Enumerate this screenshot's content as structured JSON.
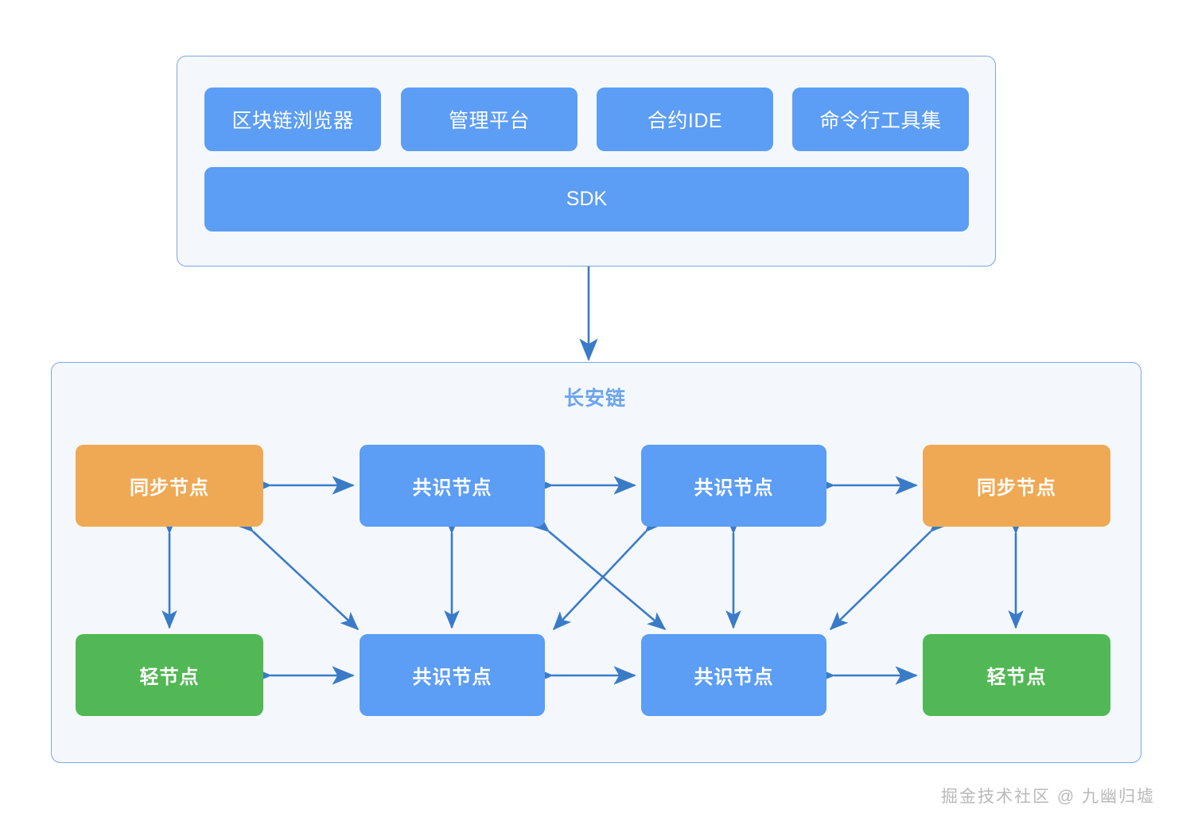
{
  "diagram": {
    "title": "长安链",
    "application_layer": {
      "tools": [
        {
          "label": "区块链浏览器",
          "color": "#5c9df5"
        },
        {
          "label": "管理平台",
          "color": "#5c9df5"
        },
        {
          "label": "合约IDE",
          "color": "#5c9df5"
        },
        {
          "label": "命令行工具集",
          "color": "#5c9df5"
        }
      ],
      "sdk": {
        "label": "SDK",
        "color": "#5c9df5"
      }
    },
    "chain_layer": {
      "title": "长安链",
      "title_color": "#6ba4ef",
      "nodes": [
        {
          "label": "同步节点",
          "type": "sync",
          "color": "#efa954"
        },
        {
          "label": "共识节点",
          "type": "consensus",
          "color": "#5c9df5"
        },
        {
          "label": "共识节点",
          "type": "consensus",
          "color": "#5c9df5"
        },
        {
          "label": "同步节点",
          "type": "sync",
          "color": "#efa954"
        },
        {
          "label": "轻节点",
          "type": "light",
          "color": "#52b855"
        },
        {
          "label": "共识节点",
          "type": "consensus",
          "color": "#5c9df5"
        },
        {
          "label": "共识节点",
          "type": "consensus",
          "color": "#5c9df5"
        },
        {
          "label": "轻节点",
          "type": "light",
          "color": "#52b855"
        }
      ],
      "connections": [
        {
          "from": "同步节点(左上)",
          "to": "共识节点(左上)",
          "kind": "bidirectional-horizontal"
        },
        {
          "from": "共识节点(左上)",
          "to": "共识节点(右上)",
          "kind": "bidirectional-horizontal"
        },
        {
          "from": "共识节点(右上)",
          "to": "同步节点(右上)",
          "kind": "bidirectional-horizontal"
        },
        {
          "from": "轻节点(左下)",
          "to": "共识节点(左下)",
          "kind": "bidirectional-horizontal"
        },
        {
          "from": "共识节点(左下)",
          "to": "共识节点(右下)",
          "kind": "bidirectional-horizontal"
        },
        {
          "from": "共识节点(右下)",
          "to": "轻节点(右下)",
          "kind": "bidirectional-horizontal"
        },
        {
          "from": "同步节点(左上)",
          "to": "轻节点(左下)",
          "kind": "bidirectional-vertical"
        },
        {
          "from": "共识节点(左上)",
          "to": "共识节点(左下)",
          "kind": "bidirectional-vertical"
        },
        {
          "from": "共识节点(右上)",
          "to": "共识节点(右下)",
          "kind": "bidirectional-vertical"
        },
        {
          "from": "同步节点(右上)",
          "to": "轻节点(右下)",
          "kind": "bidirectional-vertical"
        },
        {
          "from": "同步节点(左上)",
          "to": "共识节点(左下)",
          "kind": "bidirectional-diagonal"
        },
        {
          "from": "共识节点(左上)",
          "to": "共识节点(右下)",
          "kind": "bidirectional-diagonal"
        },
        {
          "from": "共识节点(右上)",
          "to": "共识节点(左下)",
          "kind": "bidirectional-diagonal"
        },
        {
          "from": "同步节点(右上)",
          "to": "共识节点(右下)",
          "kind": "bidirectional-diagonal"
        }
      ]
    },
    "layer_connector": {
      "kind": "arrow-down",
      "from": "应用层",
      "to": "长安链"
    },
    "watermark": "掘金技术社区 @ 九幽归墟",
    "colors": {
      "panel_bg": "#f4f8fd",
      "panel_border": "#7ba7e0",
      "arrow": "#3a7bc8",
      "blue": "#5c9df5",
      "orange": "#efa954",
      "green": "#52b855",
      "watermark": "#b9b9b9"
    }
  }
}
